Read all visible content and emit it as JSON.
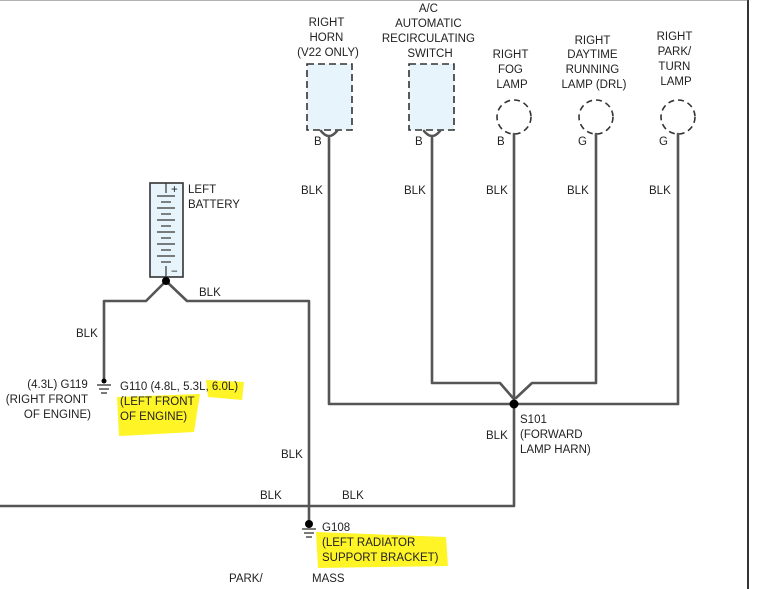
{
  "components": {
    "horn": {
      "lines": [
        "RIGHT",
        "HORN",
        "(V22 ONLY)"
      ],
      "pin": "B"
    },
    "ac_switch": {
      "lines": [
        "A/C",
        "AUTOMATIC",
        "RECIRCULATING",
        "SWITCH"
      ],
      "pin": "B"
    },
    "fog_lamp": {
      "lines": [
        "RIGHT",
        "FOG",
        "LAMP"
      ],
      "pin": "B"
    },
    "drl_lamp": {
      "lines": [
        "RIGHT",
        "DAYTIME",
        "RUNNING",
        "LAMP (DRL)"
      ],
      "pin": "G"
    },
    "park_lamp": {
      "lines": [
        "RIGHT",
        "PARK/",
        "TURN",
        "LAMP"
      ],
      "pin": "G"
    },
    "battery": {
      "lines": [
        "LEFT",
        "BATTERY"
      ],
      "plus": "+",
      "minus": "−"
    }
  },
  "wire_labels": {
    "horn": "BLK",
    "ac": "BLK",
    "fog": "BLK",
    "drl": "BLK",
    "park": "BLK",
    "battery_right": "BLK",
    "battery_left": "BLK",
    "down_to_g108": "BLK",
    "left_to_g108": "BLK",
    "s101_to_g108": "BLK",
    "s101_down": "BLK"
  },
  "grounds": {
    "g119": {
      "lines": [
        "(4.3L) G119",
        "(RIGHT FRONT",
        "OF ENGINE)"
      ]
    },
    "g110": {
      "lines": [
        "G110 (4.8L, 5.3L, 6.0L)",
        "(LEFT FRONT",
        "OF ENGINE)"
      ]
    },
    "g108": {
      "lines": [
        "G108",
        "(LEFT RADIATOR",
        "SUPPORT BRACKET)"
      ]
    }
  },
  "splice": {
    "lines": [
      "S101",
      "(FORWARD",
      "LAMP HARN)"
    ]
  },
  "bottom_labels": {
    "left": "PARK/",
    "right": "MASS"
  },
  "colors": {
    "highlight": "#fff200",
    "component_fill": "#e8f4fb",
    "wire": "#555555"
  }
}
